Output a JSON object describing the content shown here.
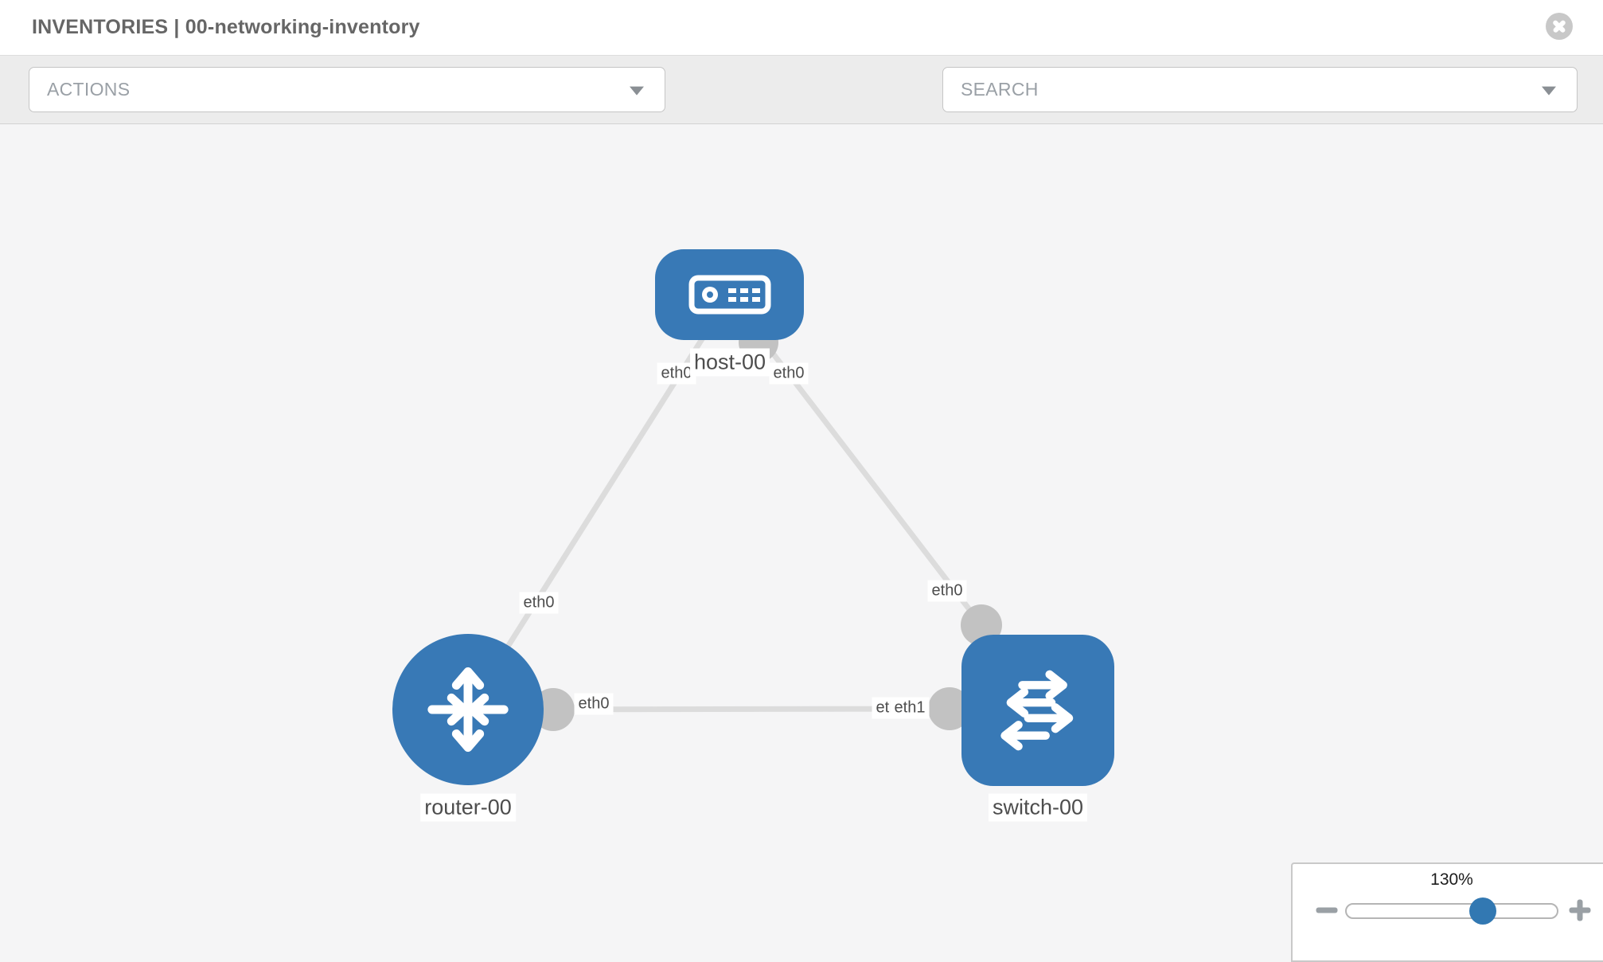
{
  "header": {
    "title": "INVENTORIES | 00-networking-inventory"
  },
  "toolbar": {
    "actions_label": "ACTIONS",
    "search_placeholder": "SEARCH"
  },
  "topology": {
    "nodes": [
      {
        "id": "host-00",
        "type": "host",
        "label": "host-00",
        "icon": "host-icon"
      },
      {
        "id": "router-00",
        "type": "router",
        "label": "router-00",
        "icon": "router-icon"
      },
      {
        "id": "switch-00",
        "type": "switch",
        "label": "switch-00",
        "icon": "switch-icon"
      }
    ],
    "links": [
      {
        "from": "host-00",
        "from_interface": "eth0",
        "to": "router-00",
        "to_interface": "eth0"
      },
      {
        "from": "host-00",
        "from_interface": "eth0",
        "to": "switch-00",
        "to_interface": "eth0"
      },
      {
        "from": "router-00",
        "from_interface": "eth0",
        "to": "switch-00",
        "to_interface": "eth1",
        "to_interface_occluded": "eth0"
      }
    ]
  },
  "zoom_control": {
    "level": "130%"
  },
  "colors": {
    "node_blue": "#3879b6",
    "link_gray": "#dcdcdc",
    "connector_gray": "#c2c2c2",
    "slider_thumb_blue": "#3278b2",
    "toolbar_gray": "#ececec"
  }
}
